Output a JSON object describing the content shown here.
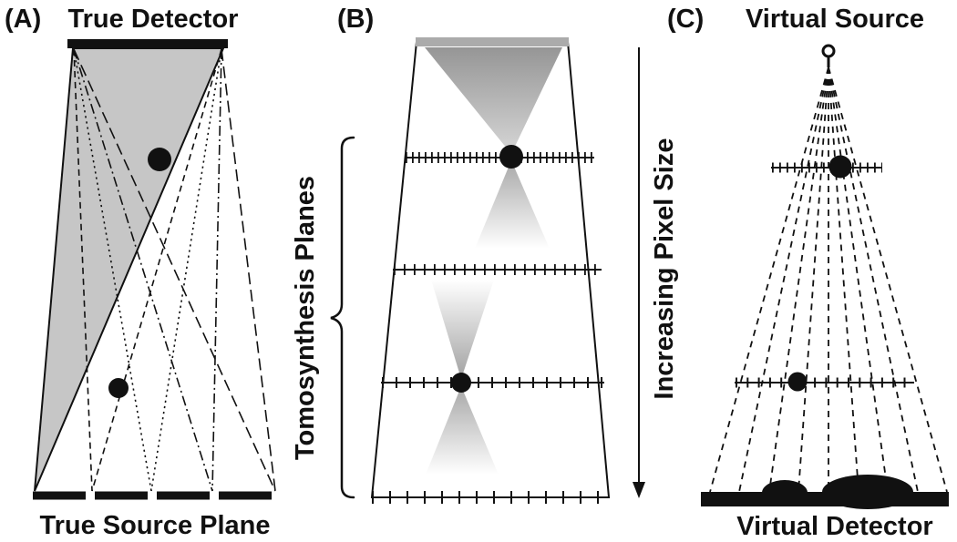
{
  "figure": {
    "panel_a": {
      "label": "(A)",
      "top_label": "True Detector",
      "bottom_label": "True Source Plane"
    },
    "panel_b": {
      "label": "(B)",
      "left_label": "Tomosynthesis Planes",
      "right_label": "Increasing Pixel Size"
    },
    "panel_c": {
      "label": "(C)",
      "top_label": "Virtual Source",
      "bottom_label": "Virtual Detector"
    },
    "colors": {
      "ink": "#111111",
      "shaded_beam_gray": "#c6c6c6",
      "detector_bar_gray": "#ababab",
      "beam_cone_gray": "#8a8a8a",
      "background": "#ffffff"
    }
  }
}
